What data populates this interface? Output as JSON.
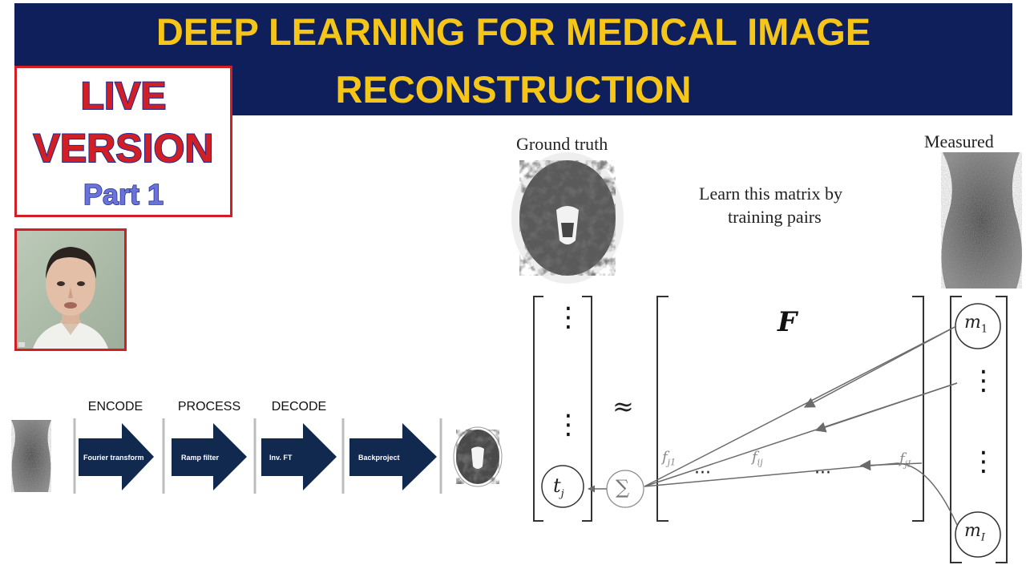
{
  "banner": {
    "line1": "DEEP LEARNING FOR MEDICAL IMAGE",
    "line2": "RECONSTRUCTION"
  },
  "live_badge": {
    "line1": "LIVE",
    "line2": "VERSION",
    "line3": "Part 1"
  },
  "pipeline": {
    "stages": [
      "ENCODE",
      "PROCESS",
      "DECODE"
    ],
    "steps": [
      "Fourier transform",
      "Ramp filter",
      "Inv. FT",
      "Backproject"
    ]
  },
  "diagram": {
    "ground_truth_label": "Ground truth",
    "measured_label": "Measured",
    "learn_text_line1": "Learn this matrix by",
    "learn_text_line2": "training pairs",
    "matrix_symbol": "F",
    "approx_symbol": "≈",
    "sum_symbol": "∑",
    "t_j": "t",
    "t_sub": "j",
    "m1": "m",
    "m1_sub": "1",
    "mI": "m",
    "mI_sub": "I",
    "f_j1": "f",
    "f_j1_sub": "j1",
    "f_ij": "f",
    "f_ij_sub": "ij",
    "f_jI": "f",
    "f_jI_sub": "jI",
    "dots_h": "···",
    "dots_v": "⋮"
  },
  "colors": {
    "banner_bg": "#0f1f5c",
    "banner_text": "#f5c518",
    "badge_border": "#d21f26",
    "arrow_fill": "#12294f"
  }
}
